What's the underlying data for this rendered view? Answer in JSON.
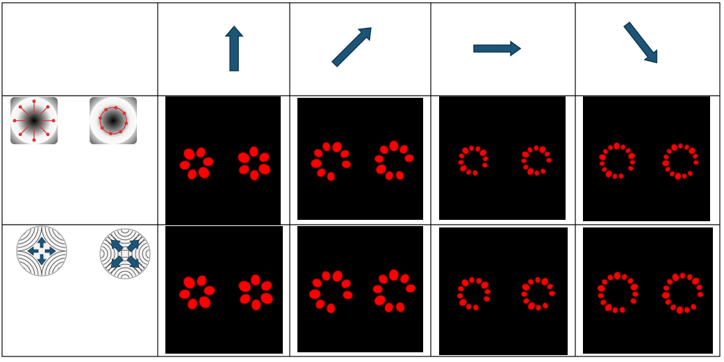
{
  "header": {
    "arrows": [
      {
        "direction": "up",
        "icon": "arrow-up-icon"
      },
      {
        "direction": "up-right",
        "icon": "arrow-up-right-icon"
      },
      {
        "direction": "right",
        "icon": "arrow-right-icon"
      },
      {
        "direction": "down-right",
        "icon": "arrow-down-right-icon"
      }
    ]
  },
  "rows": [
    {
      "key": "radial-azimuthal",
      "icons": [
        "radial-polarization-icon",
        "azimuthal-polarization-icon"
      ],
      "ring_spots": [
        6,
        9,
        12,
        15
      ]
    },
    {
      "key": "grating-patterns",
      "icons": [
        "converging-arrows-grating-icon",
        "diagonal-arrows-grating-icon"
      ],
      "ring_spots": [
        6,
        9,
        12,
        15
      ]
    }
  ],
  "colors": {
    "arrow_fill": "#1d5577",
    "arrow_stroke": "#0f3550",
    "ring_red": "#ff0000",
    "panel_black": "#000000",
    "grid_line": "#000000",
    "polarization_arrow": "#e23030"
  }
}
